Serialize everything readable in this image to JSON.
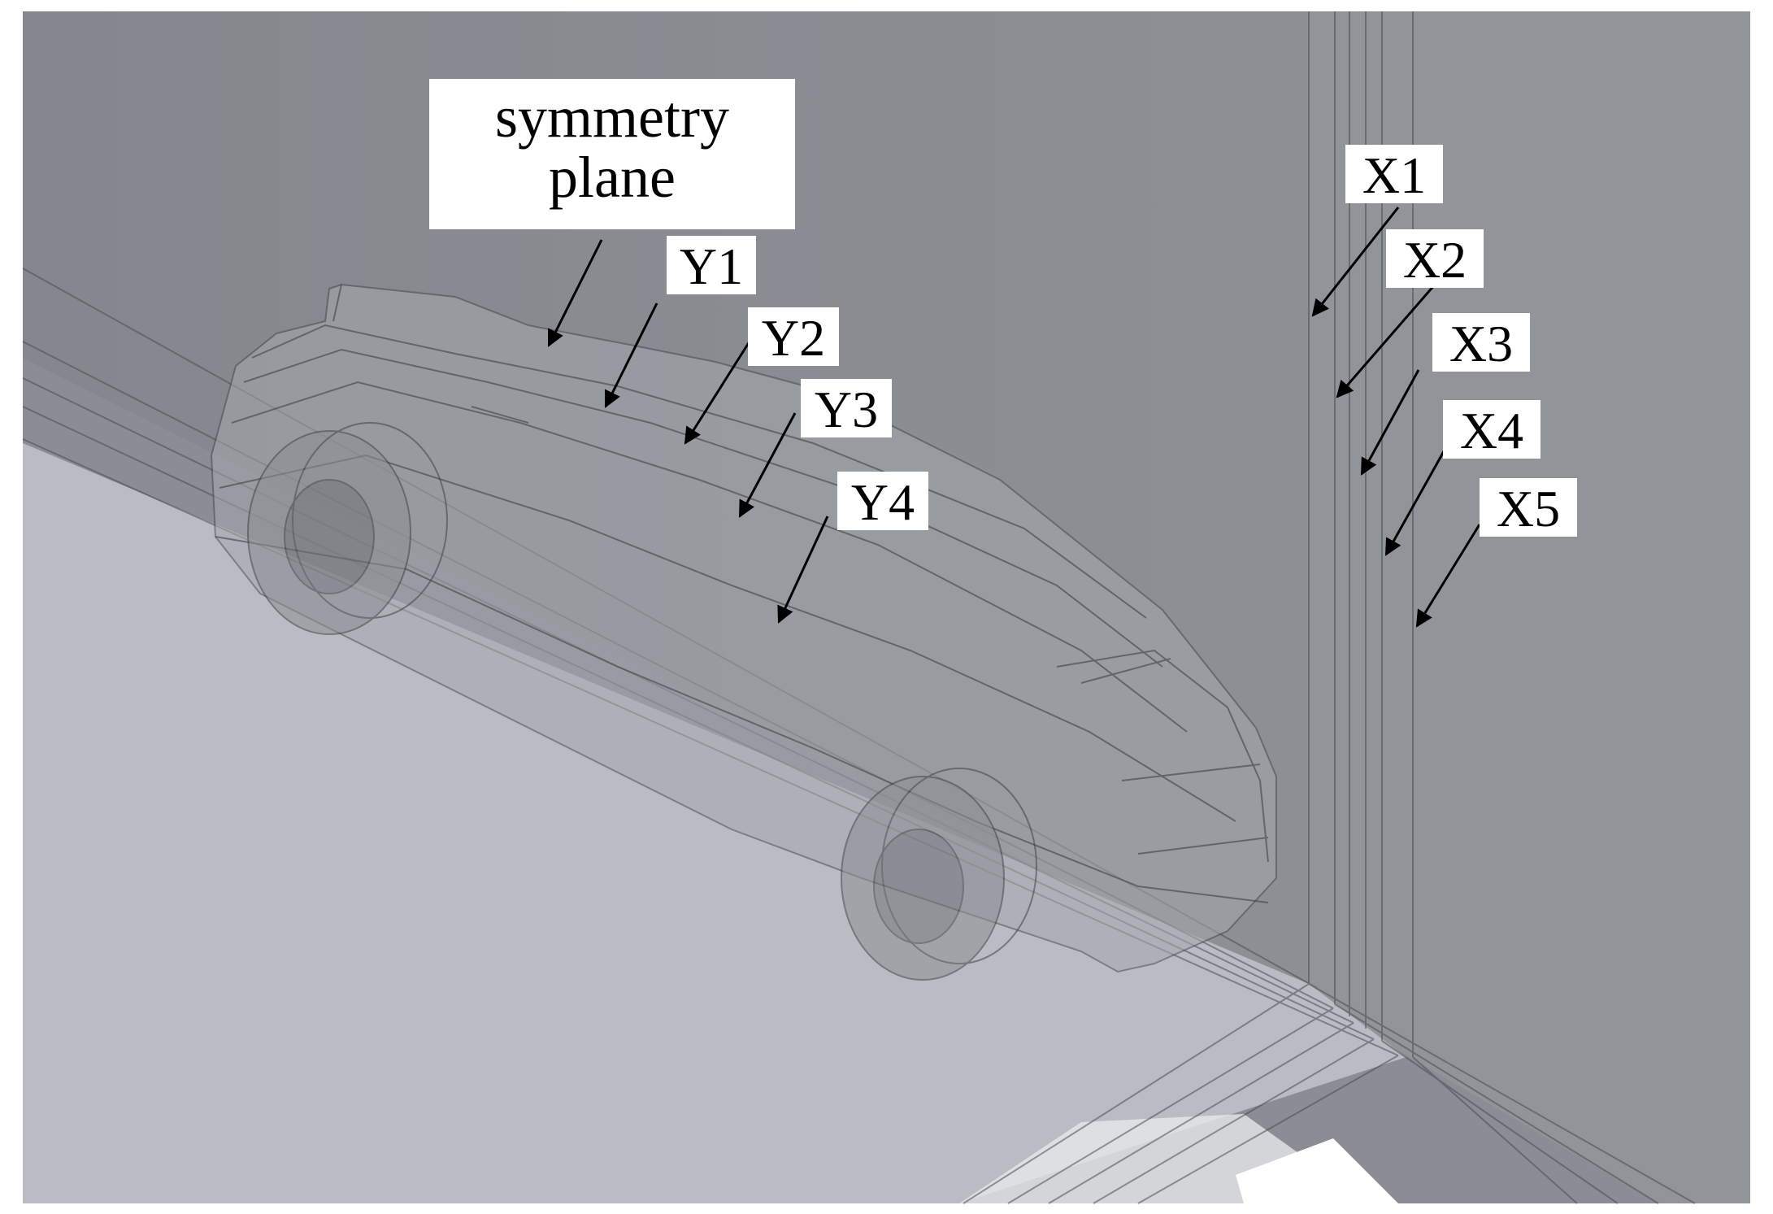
{
  "labels": {
    "symmetry_line1": "symmetry",
    "symmetry_line2": "plane",
    "y1": "Y1",
    "y2": "Y2",
    "y3": "Y3",
    "y4": "Y4",
    "x1": "X1",
    "x2": "X2",
    "x3": "X3",
    "x4": "X4",
    "x5": "X5"
  },
  "colors": {
    "wall_top": "#878a90",
    "wall_right": "#909397",
    "floor": "#b8bbc1",
    "outline": "#555555",
    "label_bg": "#ffffff",
    "text": "#000000"
  }
}
